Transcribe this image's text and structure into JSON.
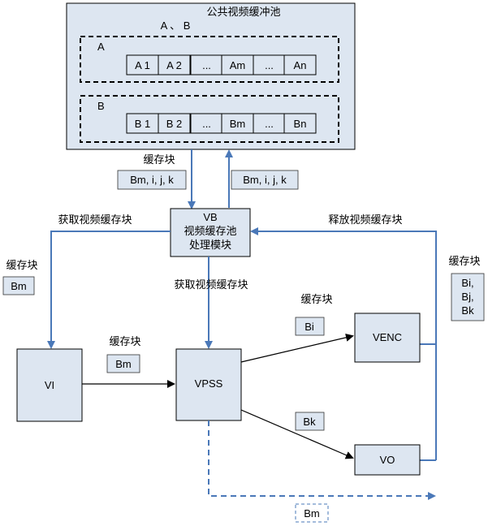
{
  "pool": {
    "title": "公共视频缓冲池",
    "subtitle": "A 、 B",
    "group_a": {
      "label": "A",
      "cells": [
        "A 1",
        "A 2",
        "...",
        "Am",
        "...",
        "An"
      ]
    },
    "group_b": {
      "label": "B",
      "cells": [
        "B 1",
        "B 2",
        "...",
        "Bm",
        "...",
        "Bn"
      ]
    }
  },
  "vb": {
    "line1": "VB",
    "line2": "视频缓存池",
    "line3": "处理模块"
  },
  "modules": {
    "vi": "VI",
    "vpss": "VPSS",
    "venc": "VENC",
    "vo": "VO"
  },
  "labels": {
    "cache_block_top": "缓存块",
    "get_cache_left": "获取视频缓存块",
    "release_cache": "释放视频缓存块",
    "get_cache_center": "获取视频缓存块",
    "cache_block_left": "缓存块",
    "cache_block_right": "缓存块",
    "cache_block_vi_vpss": "缓存块",
    "cache_block_venc": "缓存块"
  },
  "tags": {
    "down_to_vb": "Bm, i, j, k",
    "up_to_pool": "Bm, i, j, k",
    "left_bm": "Bm",
    "right_lines": [
      "Bi,",
      "Bj,",
      "Bk"
    ],
    "vi_vpss": "Bm",
    "bi": "Bi",
    "bk": "Bk",
    "bottom_bm": "Bm"
  },
  "colors": {
    "box_fill": "#dde6f1",
    "arrow_blue": "#4a78b8",
    "arrow_black": "#000000"
  }
}
